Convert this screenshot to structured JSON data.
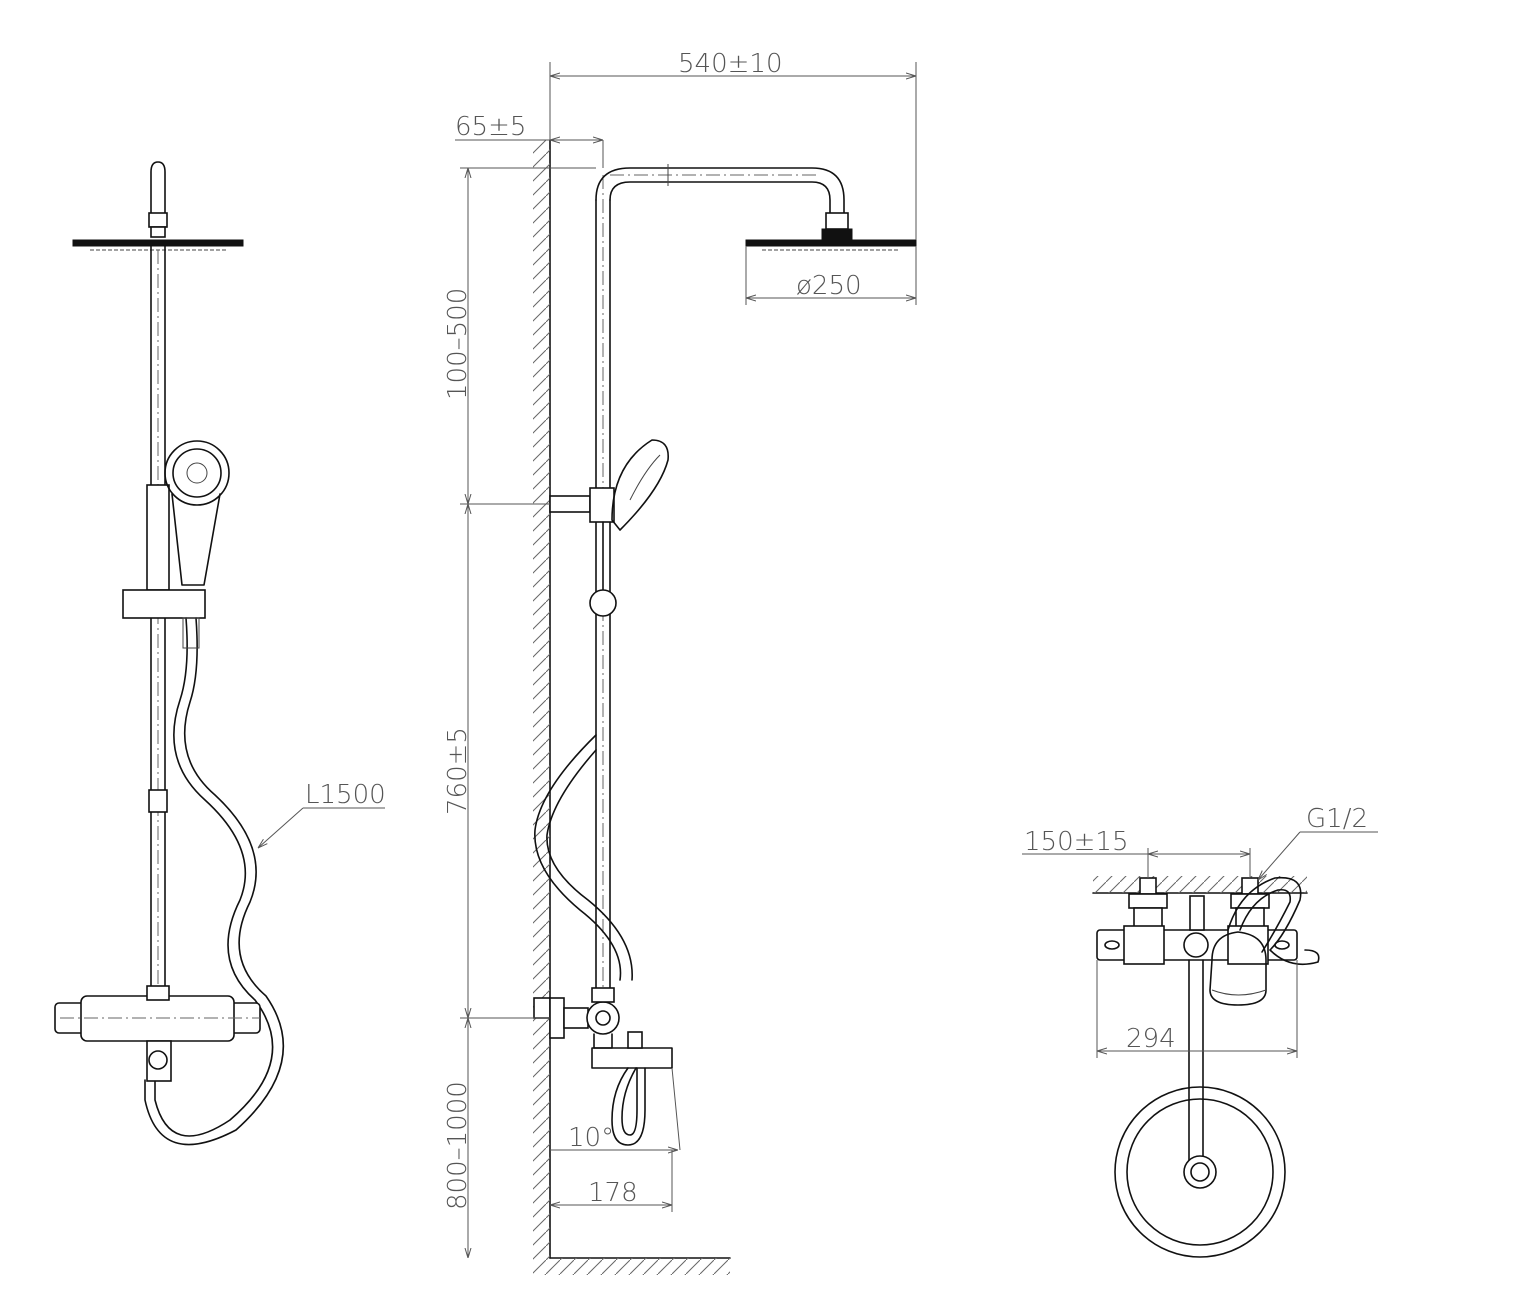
{
  "dimensions": {
    "overall_projection": "540±10",
    "wall_offset": "65±5",
    "head_diameter": "ø250",
    "rail_adjust": "100–500",
    "center_height": "760±5",
    "mixer_height": "800–1000",
    "hose_length": "L1500",
    "spout_angle": "10°",
    "spout_length": "178",
    "inlet_spacing": "150±15",
    "thread": "G1/2",
    "mixer_width": "294"
  },
  "colors": {
    "line": "#111111",
    "dimension": "#555555",
    "background": "#ffffff"
  }
}
